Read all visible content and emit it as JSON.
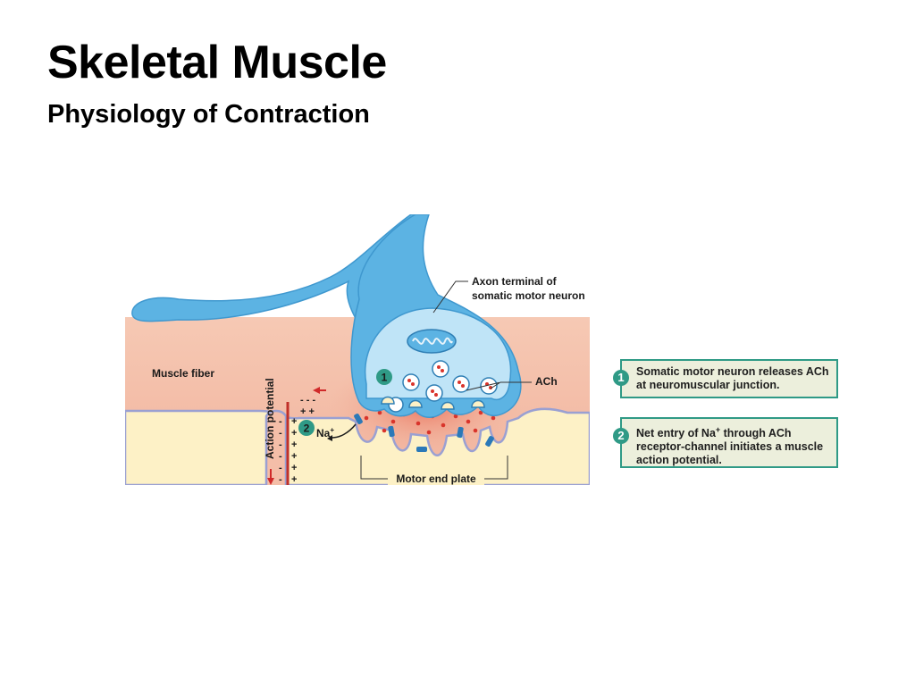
{
  "slide": {
    "title": "Skeletal Muscle",
    "subtitle": "Physiology of Contraction"
  },
  "figure": {
    "labels": {
      "axon_terminal_line1": "Axon terminal of",
      "axon_terminal_line2": "somatic motor neuron",
      "muscle_fiber": "Muscle fiber",
      "ach": "ACh",
      "na": "Na",
      "na_superscript": "+",
      "action_potential": "Action potential",
      "motor_end_plate": "Motor end plate"
    },
    "step_badges": [
      "1",
      "2"
    ],
    "colors": {
      "neuron": "#5cb3e3",
      "muscle": "#f4bea8",
      "cytoplasm": "#fdf1c6",
      "step_badge": "#2f9a86",
      "action_potential_arrow": "#d02a2a"
    }
  },
  "callouts": [
    {
      "step": "1",
      "text": "Somatic motor neuron releases ACh at neuromuscular junction."
    },
    {
      "step": "2",
      "text_before": "Net entry of Na",
      "superscript": "+",
      "text_after": " through ACh receptor-channel initiates a muscle action potential."
    }
  ]
}
